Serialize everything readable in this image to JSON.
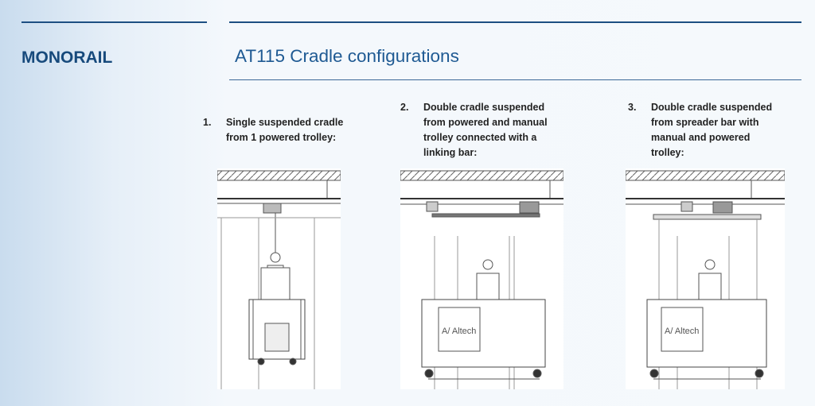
{
  "header": {
    "section_title": "MONORAIL",
    "page_title": "AT115 Cradle configurations",
    "accent_color": "#1d4f82"
  },
  "configurations": [
    {
      "number": "1.",
      "description": "Single suspended cradle\nfrom 1 powered trolley:"
    },
    {
      "number": "2.",
      "description": "Double cradle suspended\nfrom powered and manual\ntrolley connected with a\nlinking bar:"
    },
    {
      "number": "3.",
      "description": "Double cradle suspended\nfrom spreader bar with\nmanual and powered\ntrolley:"
    }
  ],
  "drawing_logo_text": "Altech"
}
